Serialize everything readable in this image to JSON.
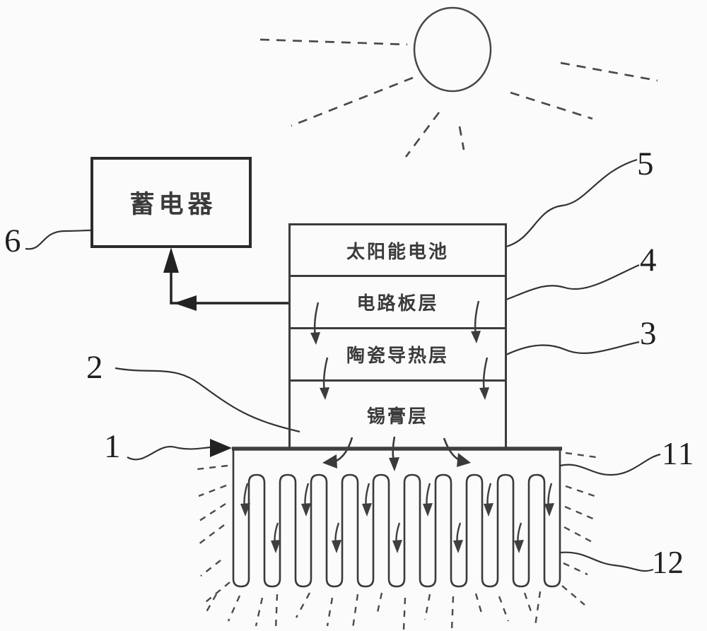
{
  "battery": {
    "label": "蓄电器"
  },
  "stack": {
    "layers": [
      {
        "label": "太阳能电池",
        "ref": "5"
      },
      {
        "label": "电路板层",
        "ref": "4"
      },
      {
        "label": "陶瓷导热层",
        "ref": "3"
      },
      {
        "label": "锡膏层",
        "ref": "2"
      }
    ]
  },
  "heatsink": {
    "assembly_ref": "1",
    "base_ref": "11",
    "fin_ref": "12"
  },
  "refs": {
    "n1": "1",
    "n2": "2",
    "n3": "3",
    "n4": "4",
    "n5": "5",
    "n6": "6",
    "n11": "11",
    "n12": "12"
  },
  "icons": {
    "sun": "sun-icon",
    "sun_rays": "sun-rays-icon",
    "heat_flow": "down-arrow-icons",
    "heat_radiation": "radiating-dash-icons",
    "connector": "battery-connector-arrow"
  },
  "colors": {
    "line": "#3a3a3a",
    "thick_line": "#2b2b2b",
    "text": "#3b3b3b",
    "ref_label": "#1f1f1f",
    "background": "#fbfbfb"
  }
}
